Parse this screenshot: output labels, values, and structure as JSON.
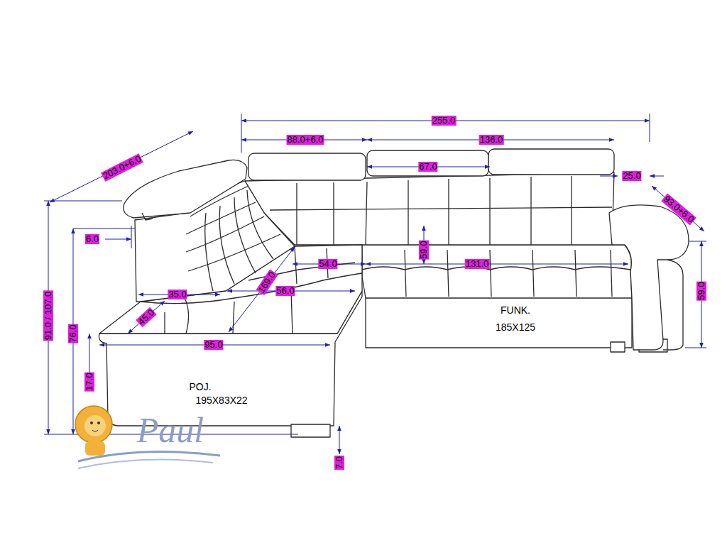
{
  "diagram": {
    "labels": [
      "255.0",
      "88.0+6.0",
      "136.0",
      "67.0",
      "25.0",
      "203.0+6.0",
      "93.0+6.0",
      "6.0",
      "91.0 / 107.0",
      "76.0",
      "54.0",
      "59.0",
      "131.0",
      "59.0",
      "35.0",
      "169.0",
      "56.0",
      "45.0",
      "95.0",
      "17.0",
      "7.0",
      "FUNK.",
      "185X125",
      "POJ.",
      "195X83X22",
      "Paul"
    ]
  }
}
